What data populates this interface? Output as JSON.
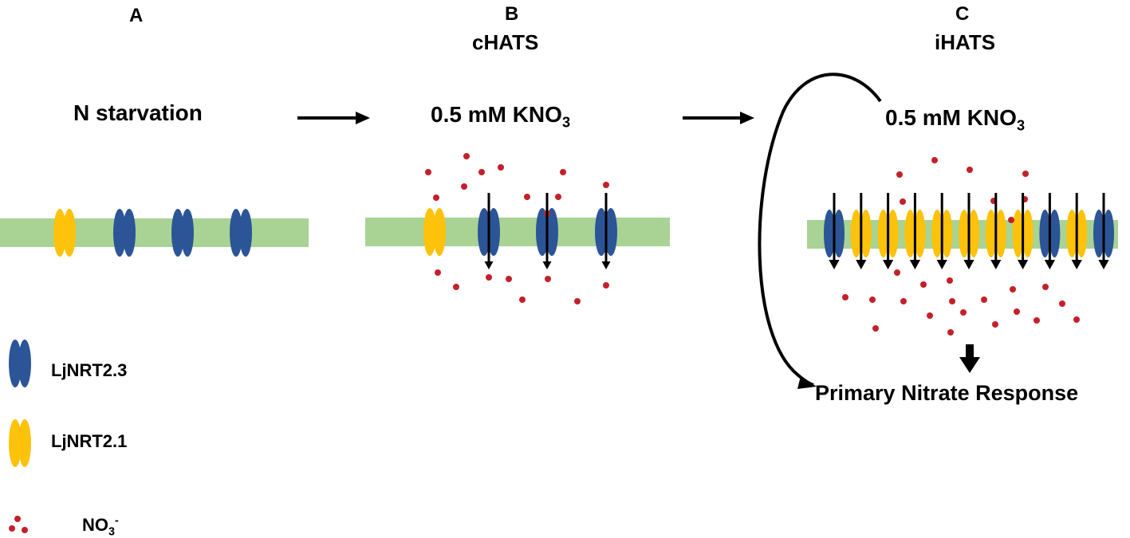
{
  "panels": {
    "a": {
      "letter": "A",
      "condition": "N starvation"
    },
    "b": {
      "letter": "B",
      "name": "cHATS",
      "condition_prefix": "0.5 mM KNO",
      "condition_sub": "3"
    },
    "c": {
      "letter": "C",
      "name": "iHATS",
      "condition_prefix": "0.5 mM KNO",
      "condition_sub": "3"
    }
  },
  "outcome": "Primary Nitrate Response",
  "legend": {
    "nrt23": "LjNRT2.3",
    "nrt21": "LjNRT2.1",
    "nitrate_prefix": "NO",
    "nitrate_sub": "3",
    "nitrate_sup": "-"
  },
  "colors": {
    "membrane": "#a8d394",
    "nrt23": "#2b5597",
    "nrt21": "#fec20a",
    "nitrate": "#c4202a",
    "arrow": "#000000"
  },
  "transporters": {
    "a": [
      "nrt21",
      "nrt23",
      "nrt23",
      "nrt23"
    ],
    "b": [
      "nrt21",
      "nrt23",
      "nrt23",
      "nrt23"
    ],
    "c": [
      "nrt23",
      "nrt21",
      "nrt21",
      "nrt21",
      "nrt21",
      "nrt21",
      "nrt21",
      "nrt21",
      "nrt23",
      "nrt21",
      "nrt23"
    ]
  }
}
